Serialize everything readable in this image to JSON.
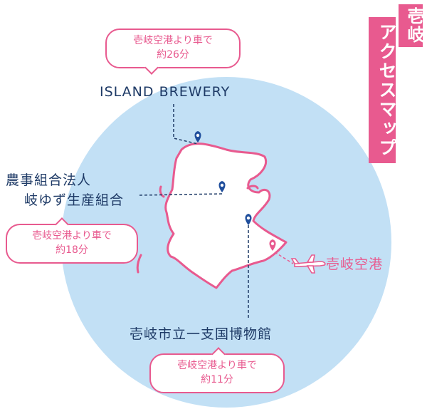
{
  "colors": {
    "pink": "#e85a8f",
    "navy": "#1e3a66",
    "sea": "#c2e0f5",
    "land": "#ffffff",
    "pin": "#1f4e9c"
  },
  "title": {
    "main": "壱岐",
    "sub": "アクセスマップ"
  },
  "places": {
    "brewery": "ISLAND BREWERY",
    "yuzu_line1": "農事組合法人",
    "yuzu_line2": "岐ゆず生産組合",
    "museum": "壱岐市立一支国博物館",
    "airport": "壱岐空港"
  },
  "callouts": {
    "brewery": {
      "line1": "壱岐空港より車で",
      "line2": "約26分"
    },
    "yuzu": {
      "line1": "壱岐空港より車で",
      "line2": "約18分"
    },
    "museum": {
      "line1": "壱岐空港より車で",
      "line2": "約11分"
    }
  },
  "icons": {
    "pin": "map-pin-icon",
    "airport_pin": "airport-pin-icon",
    "airplane": "airplane-icon"
  }
}
